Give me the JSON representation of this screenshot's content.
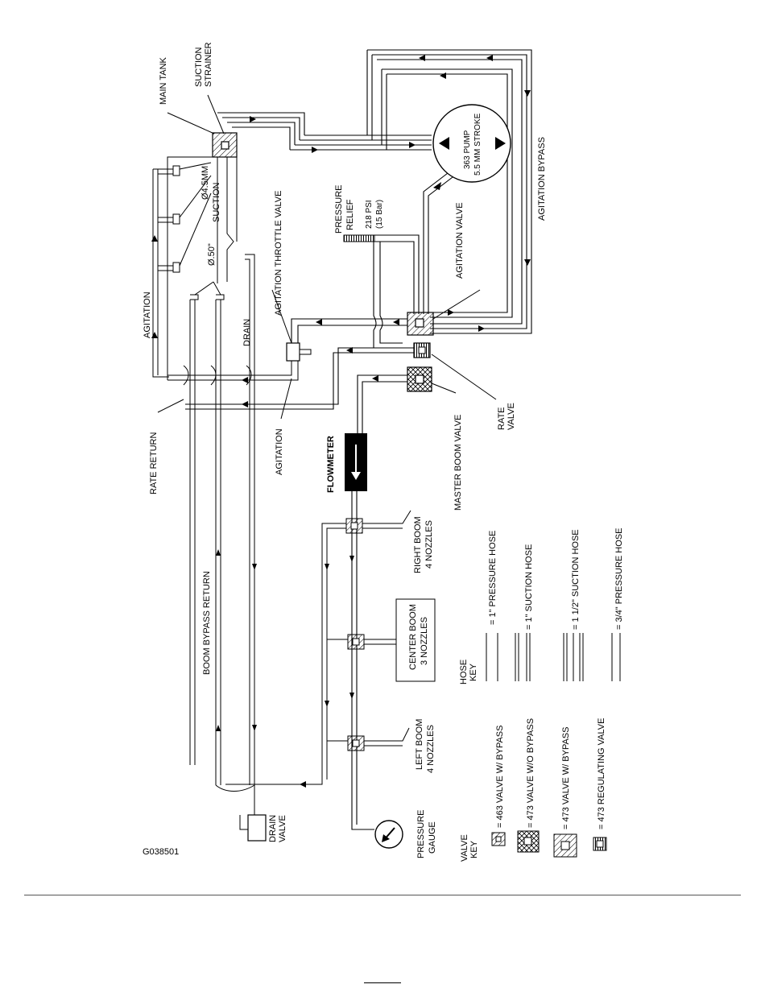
{
  "figure": {
    "id": "G038501",
    "labels": {
      "main_tank": "MAIN TANK",
      "suction_strainer_1": "SUCTION",
      "suction_strainer_2": "STRAINER",
      "pump_1": "363 PUMP",
      "pump_2": "5.5 MM STROKE",
      "agitation_bypass": "AGITATION BYPASS",
      "orifice_45": "Ø4.5MM",
      "suction": "SUCTION",
      "orifice_50": "Ø.50\"",
      "agitation_throttle_valve": "AGITATION THROTTLE VALVE",
      "pressure_relief_1": "PRESSURE",
      "pressure_relief_2": "RELIEF",
      "pressure_relief_3": "218 PSI",
      "pressure_relief_4": "(15 Bar)",
      "agitation_valve": "AGITATION VALVE",
      "agitation_top": "AGITATION",
      "drain": "DRAIN",
      "rate_valve_1": "RATE",
      "rate_valve_2": "VALVE",
      "rate_return": "RATE RETURN",
      "agitation_bottom": "AGITATION",
      "flowmeter": "FLOWMETER",
      "master_boom_valve": "MASTER BOOM VALVE",
      "right_boom_1": "RIGHT BOOM",
      "right_boom_2": "4 NOZZLES",
      "center_boom_1": "CENTER BOOM",
      "center_boom_2": "3 NOZZLES",
      "left_boom_1": "LEFT BOOM",
      "left_boom_2": "4 NOZZLES",
      "boom_bypass_return": "BOOM BYPASS RETURN",
      "drain_valve_1": "DRAIN",
      "drain_valve_2": "VALVE",
      "pressure_gauge_1": "PRESSURE",
      "pressure_gauge_2": "GAUGE"
    },
    "hose_key": {
      "title_1": "HOSE",
      "title_2": "KEY",
      "items": [
        "= 1\" PRESSURE HOSE",
        "= 1\" SUCTION HOSE",
        "= 1 1/2\" SUCTION HOSE",
        "= 3/4\" PRESSURE HOSE"
      ]
    },
    "valve_key": {
      "title_1": "VALVE",
      "title_2": "KEY",
      "items": [
        "= 463 VALVE W/ BYPASS",
        "= 473 VALVE W/O BYPASS",
        "= 473 VALVE W/ BYPASS",
        "= 473 REGULATING VALVE"
      ]
    }
  }
}
